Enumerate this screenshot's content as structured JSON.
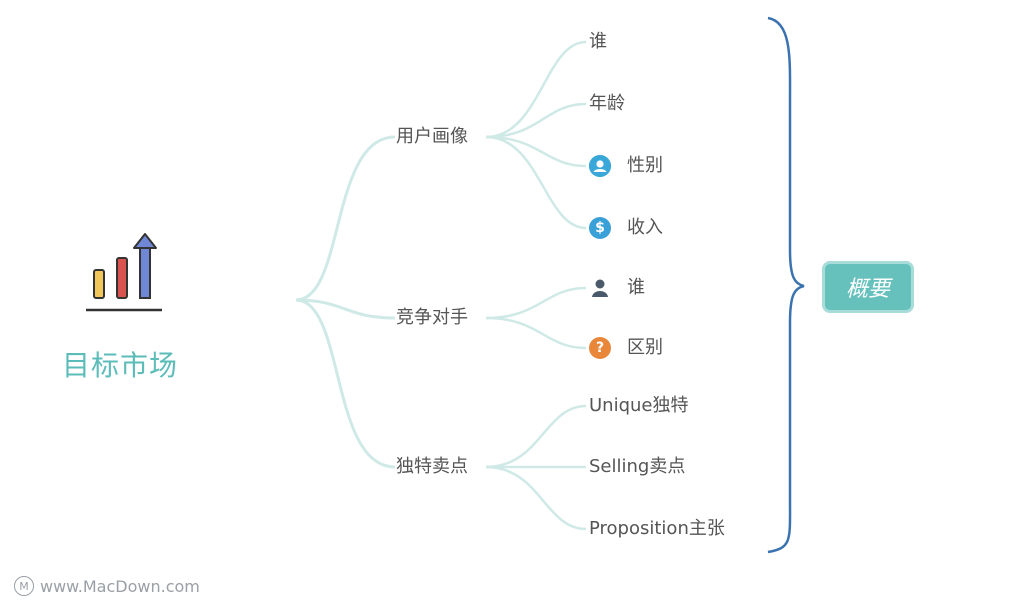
{
  "central_topic": "目标市场",
  "branches": [
    {
      "label": "用户画像",
      "children": [
        "谁",
        "年龄",
        "性别",
        "收入"
      ]
    },
    {
      "label": "竞争对手",
      "children": [
        "谁",
        "区别"
      ]
    },
    {
      "label": "独特卖点",
      "children": [
        "Unique独特",
        "Selling卖点",
        "Proposition主张"
      ]
    }
  ],
  "summary": "概要",
  "watermark": "www.MacDown.com",
  "icons": {
    "central": "bar-chart-growth-icon",
    "gender": "user-icon",
    "income": "dollar-icon",
    "competitor": "person-icon",
    "difference": "question-icon",
    "watermark": "macdown-logo-icon"
  },
  "colors": {
    "central_text": "#5bbcb9",
    "connector": "#cfe9e7",
    "brace": "#3b72b0",
    "summary_fill": "#66c1bd",
    "summary_border": "#a8dcd9",
    "user_icon": "#3aa7d9",
    "dollar_icon": "#3aa0d8",
    "person_icon": "#4a5a6a",
    "question_icon": "#e8873a",
    "bar_yellow": "#f2c75a",
    "bar_red": "#d9534f",
    "bar_blue": "#6f87d6"
  }
}
